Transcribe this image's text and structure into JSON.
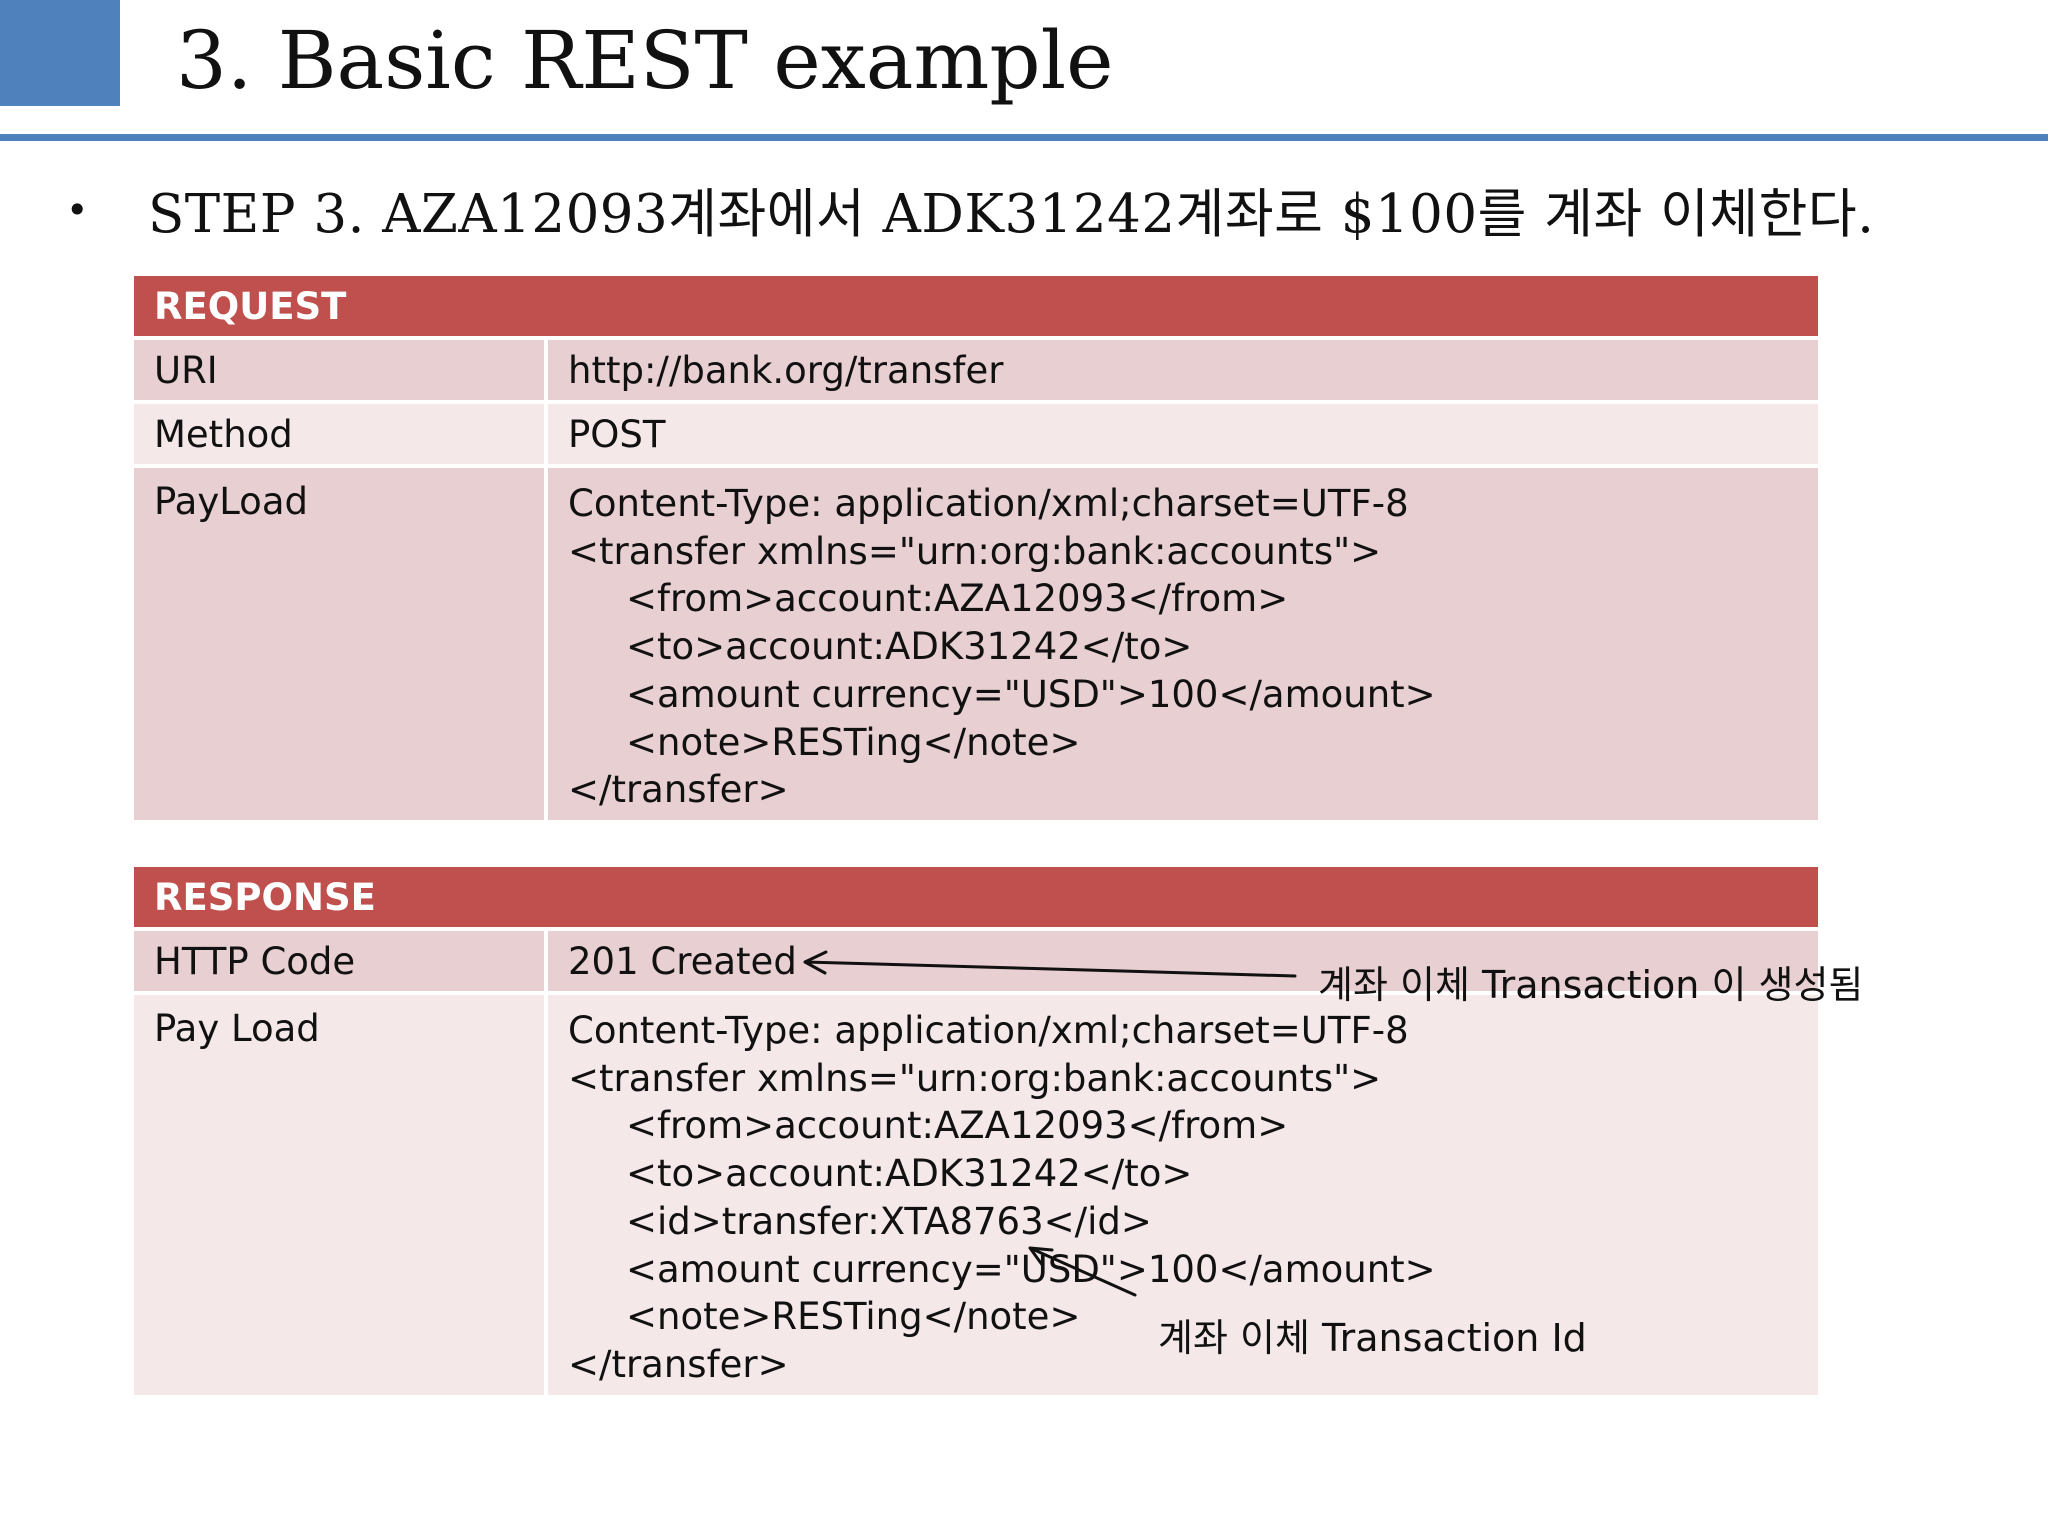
{
  "slide": {
    "title": "3. Basic REST example",
    "bullet": "STEP 3. AZA12093계좌에서 ADK31242계좌로 $100를 계좌 이체한다."
  },
  "request": {
    "header": "REQUEST",
    "rows": [
      {
        "label": "URI",
        "value": "http://bank.org/transfer"
      },
      {
        "label": "Method",
        "value": "POST"
      },
      {
        "label": "PayLoad",
        "lines": [
          "Content-Type: application/xml;charset=UTF-8",
          "<transfer xmlns=\"urn:org:bank:accounts\">",
          "<from>account:AZA12093</from>",
          "<to>account:ADK31242</to>",
          "<amount currency=\"USD\">100</amount>",
          "<note>RESTing</note>",
          "</transfer>"
        ]
      }
    ]
  },
  "response": {
    "header": "RESPONSE",
    "rows": [
      {
        "label": "HTTP Code",
        "value": "201 Created"
      },
      {
        "label": "Pay Load",
        "lines": [
          "Content-Type: application/xml;charset=UTF-8",
          "<transfer xmlns=\"urn:org:bank:accounts\">",
          "<from>account:AZA12093</from>",
          "<to>account:ADK31242</to>",
          "<id>transfer:XTA8763</id>",
          "<amount currency=\"USD\">100</amount>",
          "<note>RESTing</note>",
          "</transfer>"
        ]
      }
    ]
  },
  "annotations": {
    "transaction_created": "계좌 이체 Transaction 이 생성됨",
    "transaction_id": "계좌 이체 Transaction Id"
  },
  "colors": {
    "accent_blue": "#4f81bd",
    "header_red": "#c0504d",
    "row_dark": "#e8cfd1",
    "row_light": "#f4e8e9"
  }
}
